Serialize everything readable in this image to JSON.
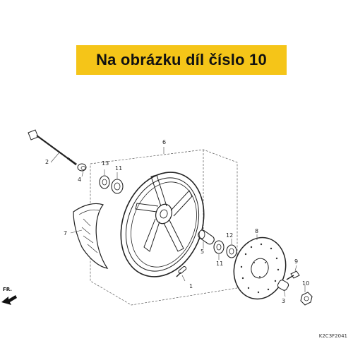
{
  "banner": {
    "text": "Na obrázku díl číslo 10",
    "color": "#f5c518"
  },
  "diagram": {
    "direction_label": "FR.",
    "catalog_code": "K2C3F2041",
    "part_numbers": {
      "p1": "1",
      "p2": "2",
      "p3": "3",
      "p4": "4",
      "p5": "5",
      "p6": "6",
      "p7": "7",
      "p8": "8",
      "p9": "9",
      "p10": "10",
      "p11a": "11",
      "p11b": "11",
      "p12": "12",
      "p13": "13"
    }
  }
}
